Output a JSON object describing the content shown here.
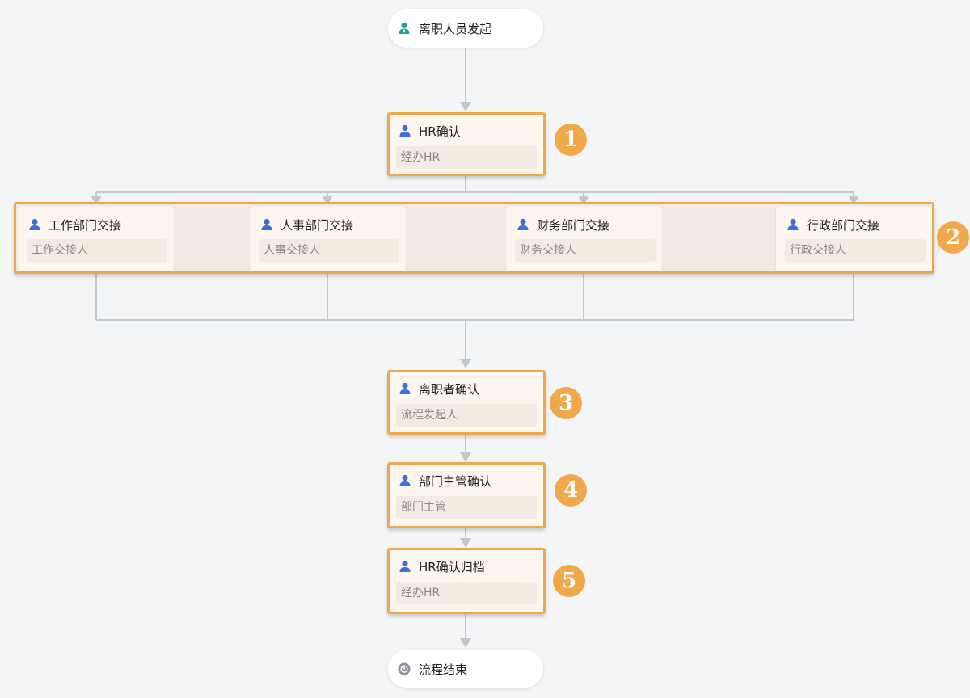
{
  "start": {
    "label": "离职人员发起",
    "icon": "user-green-icon"
  },
  "end": {
    "label": "流程结束",
    "icon": "power-icon"
  },
  "steps": [
    {
      "title": "HR确认",
      "assignee": "经办HR",
      "badge": "1",
      "icon": "user-icon"
    },
    {
      "title": "离职者确认",
      "assignee": "流程发起人",
      "badge": "3",
      "icon": "user-icon"
    },
    {
      "title": "部门主管确认",
      "assignee": "部门主管",
      "badge": "4",
      "icon": "user-icon"
    },
    {
      "title": "HR确认归档",
      "assignee": "经办HR",
      "badge": "5",
      "icon": "user-icon"
    }
  ],
  "parallel_group": {
    "badge": "2",
    "branches": [
      {
        "title": "工作部门交接",
        "assignee": "工作交接人",
        "icon": "user-icon"
      },
      {
        "title": "人事部门交接",
        "assignee": "人事交接人",
        "icon": "user-icon"
      },
      {
        "title": "财务部门交接",
        "assignee": "财务交接人",
        "icon": "user-icon"
      },
      {
        "title": "行政部门交接",
        "assignee": "行政交接人",
        "icon": "user-icon"
      }
    ]
  },
  "colors": {
    "background": "#f4f5f7",
    "highlight": "#f0a94a",
    "node_fill": "#fdf6ee",
    "connector": "#c3c6cc",
    "user_icon": "#3d6fd6",
    "start_icon": "#1aa39a",
    "end_icon": "#8a8f99"
  }
}
